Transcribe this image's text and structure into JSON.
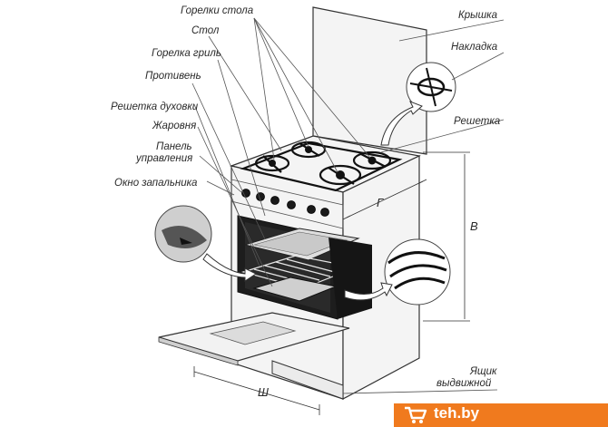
{
  "labels": {
    "burners": "Горелки стола",
    "lid": "Крышка",
    "table": "Стол",
    "cover": "Накладка",
    "grill_burner": "Горелка гриль",
    "tray": "Противень",
    "grate": "Решетка",
    "oven_rack": "Решетка духовки",
    "roaster": "Жаровня",
    "panel_line1": "Панель",
    "panel_line2": "управления",
    "ignition_window": "Окно запальника",
    "drawer_line1": "Ящик",
    "drawer_line2": "выдвижной"
  },
  "dimensions": {
    "depth": "Г",
    "height": "В",
    "width": "Ш"
  },
  "watermark": {
    "text": "teh.by",
    "logo": "cart-icon",
    "color": "#f07a1e"
  }
}
